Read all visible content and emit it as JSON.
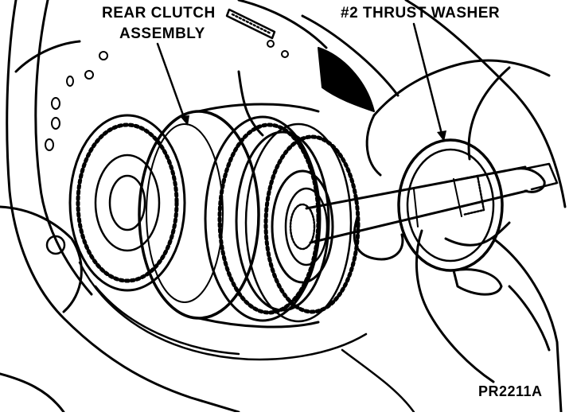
{
  "figure": {
    "labels": {
      "rear_clutch_line1": "REAR CLUTCH",
      "rear_clutch_line2": "ASSEMBLY",
      "thrust_washer": "#2 THRUST WASHER",
      "figure_code": "PR2211A"
    },
    "colors": {
      "ink": "#000000",
      "paper": "#ffffff"
    }
  }
}
